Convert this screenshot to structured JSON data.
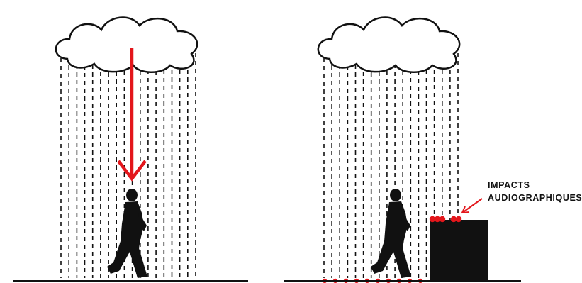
{
  "colors": {
    "ink": "#111111",
    "accent": "#e3161b",
    "background": "#ffffff"
  },
  "panels": [
    {
      "id": "left",
      "elements": [
        "cloud",
        "rain",
        "walking-person",
        "impact-arrow",
        "ground-line"
      ]
    },
    {
      "id": "right",
      "elements": [
        "cloud",
        "rain",
        "walking-person",
        "shelter-block",
        "impact-dots",
        "ground-line"
      ]
    }
  ],
  "annotation": {
    "line1": "IMPACTS",
    "line2": "AUDIOGRAPHIQUES"
  },
  "icons": [
    "cloud-icon",
    "rain-icon",
    "person-icon",
    "arrow-down-icon",
    "callout-arrow-icon",
    "impact-dot-icon"
  ]
}
